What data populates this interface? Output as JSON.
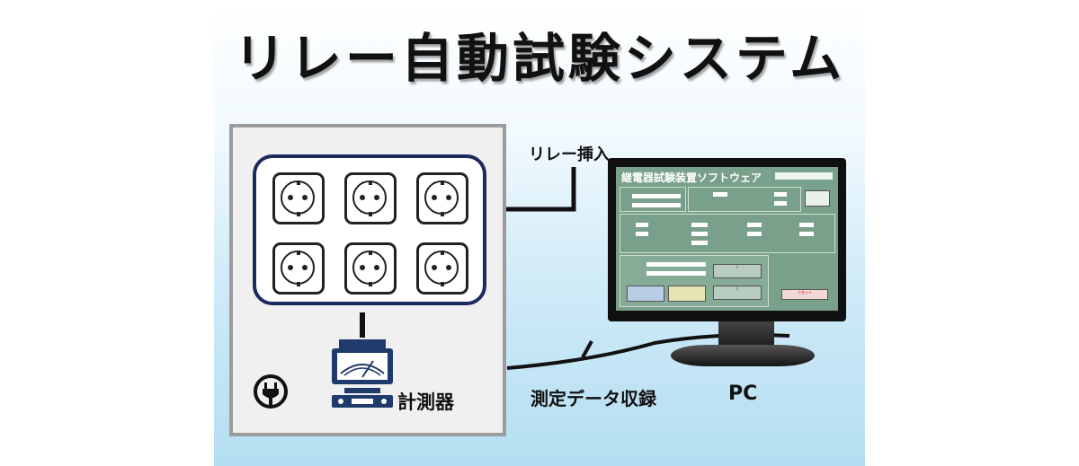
{
  "diagram": {
    "title": "リレー自動試験システム",
    "labels": {
      "relay_insert": "リレー挿入",
      "meter": "計測器",
      "data_recording": "測定データ収録",
      "pc": "PC"
    },
    "socket_count": 6,
    "colors": {
      "socket_frame": "#1b2b5e",
      "box_border": "#9c9c9c",
      "screen_bg": "#79a08a"
    }
  },
  "software": {
    "title": "継電器試験装置ソフトウェア",
    "reset_button": "リセット",
    "ok_count_value": "0",
    "run_count_value": "0"
  }
}
